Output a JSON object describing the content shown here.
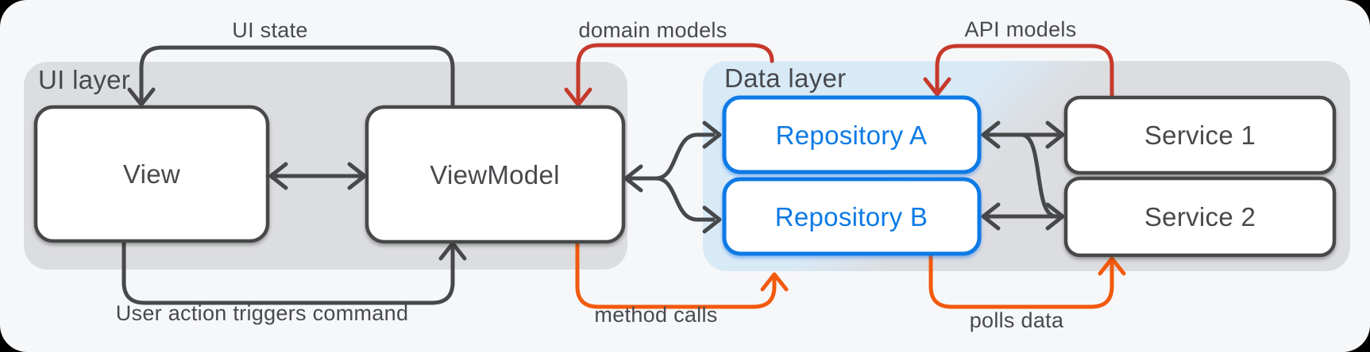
{
  "colors": {
    "background": "#f6f7f9",
    "frame": "#000000",
    "panel_gray": "#dcdde0",
    "panel_blue": "#d9eaf7",
    "stroke_dark": "#47484a",
    "text_dark": "#47494c",
    "node_fill": "#ffffff",
    "blue": "#0d7ae5",
    "red": "#c6392b",
    "orange": "#f25a0d"
  },
  "layers": {
    "ui": {
      "label": "UI layer"
    },
    "data": {
      "label": "Data layer"
    }
  },
  "nodes": {
    "view": {
      "label": "View"
    },
    "viewmodel": {
      "label": "ViewModel"
    },
    "repository_a": {
      "label": "Repository A"
    },
    "repository_b": {
      "label": "Repository B"
    },
    "service_1": {
      "label": "Service 1"
    },
    "service_2": {
      "label": "Service 2"
    }
  },
  "edges": {
    "ui_state": {
      "label": "UI state"
    },
    "domain_models": {
      "label": "domain models"
    },
    "api_models": {
      "label": "API models"
    },
    "user_action": {
      "label": "User action triggers command"
    },
    "method_calls": {
      "label": "method calls"
    },
    "polls_data": {
      "label": "polls data"
    }
  }
}
